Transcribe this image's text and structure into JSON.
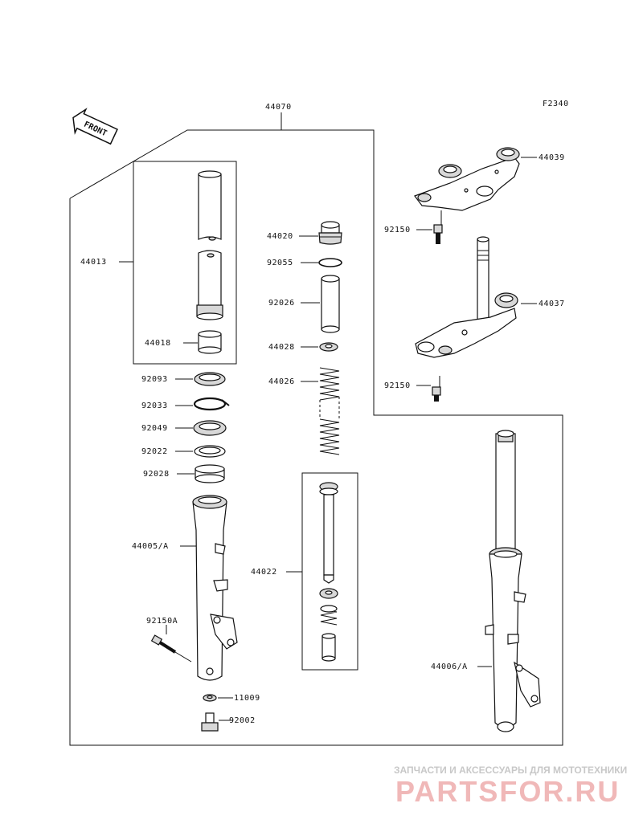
{
  "figure_code": "F2340",
  "front_label": "FRONT",
  "assembly_label": "44070",
  "part_numbers": {
    "p44013": "44013",
    "p44018": "44018",
    "p92093": "92093",
    "p92033": "92033",
    "p92049": "92049",
    "p92022": "92022",
    "p92028": "92028",
    "p44005A": "44005/A",
    "p92150A": "92150A",
    "p11009": "11009",
    "p92002": "92002",
    "p44020": "44020",
    "p92055": "92055",
    "p92026": "92026",
    "p44028": "44028",
    "p44026": "44026",
    "p44022": "44022",
    "p44039": "44039",
    "p92150_top": "92150",
    "p44037": "44037",
    "p92150_bottom": "92150",
    "p44006A": "44006/A"
  },
  "watermark": {
    "tagline": "ЗАПЧАСТИ И АКСЕССУАРЫ ДЛЯ МОТОТЕХНИКИ",
    "logo": "PARTSFOR.RU",
    "logo_color": "#f0b8b8"
  },
  "colors": {
    "line": "#111111",
    "background": "#ffffff"
  }
}
